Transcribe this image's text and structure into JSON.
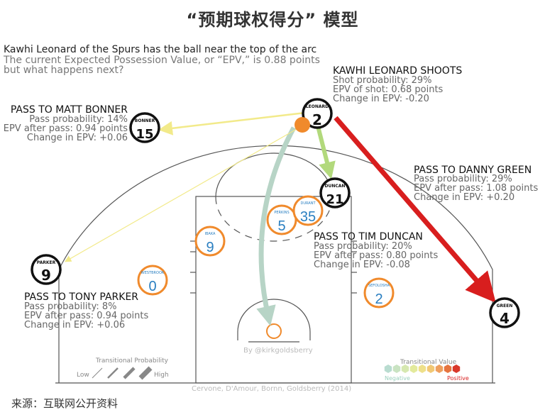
{
  "title": "“预期球权得分” 模型",
  "intro": {
    "headline": "Kawhi Leonard of the Spurs has the ball near the top of the arc",
    "subline1": "The current Expected Possession Value, or “EPV,” is 0.88 points",
    "subline2": "but what happens next?"
  },
  "options": {
    "shoot": {
      "title": "KAWHI LEONARD SHOOTS",
      "l1": "Shot probability: 29%",
      "l2": "EPV of shot: 0.68 points",
      "l3": "Change in EPV: -0.20"
    },
    "bonner": {
      "title": "PASS TO MATT BONNER",
      "l1": "Pass probability: 14%",
      "l2": "EPV after pass: 0.94 points",
      "l3": "Change in EPV: +0.06"
    },
    "green": {
      "title": "PASS TO DANNY GREEN",
      "l1": "Pass probability: 29%",
      "l2": "EPV after pass: 1.08 points",
      "l3": "Change in EPV: +0.20"
    },
    "duncan": {
      "title": "PASS TO TIM DUNCAN",
      "l1": "Pass probability: 20%",
      "l2": "EPV after pass: 0.80 points",
      "l3": "Change in EPV: -0.08"
    },
    "parker": {
      "title": "PASS TO TONY PARKER",
      "l1": "Pass probability: 8%",
      "l2": "EPV after pass: 0.94 points",
      "l3": "Change in EPV: +0.06"
    }
  },
  "offense": [
    {
      "id": "leonard",
      "name": "LEONARD",
      "number": "2"
    },
    {
      "id": "bonner",
      "name": "BONNER",
      "number": "15"
    },
    {
      "id": "duncan",
      "name": "DUNCAN",
      "number": "21"
    },
    {
      "id": "parker",
      "name": "PARKER",
      "number": "9"
    },
    {
      "id": "green",
      "name": "GREEN",
      "number": "4"
    }
  ],
  "defense": [
    {
      "id": "perkins",
      "name": "PERKINS",
      "number": "5"
    },
    {
      "id": "durant",
      "name": "DURANT",
      "number": "35"
    },
    {
      "id": "ibaka",
      "name": "IBAKA",
      "number": "9"
    },
    {
      "id": "westbrook",
      "name": "WESTBROOK",
      "number": "0"
    },
    {
      "id": "sefolosha",
      "name": "SEFOLOSHA",
      "number": "2"
    }
  ],
  "credit": "By @kirkgoldsberry",
  "citation": "Cervone, D'Amour, Bornn, Goldsberry (2014)",
  "legend_prob": {
    "title": "Transitional Probability",
    "low": "Low",
    "high": "High"
  },
  "legend_value": {
    "title": "Transitional Value",
    "neg": "Negative",
    "pos": "Positive",
    "colors": [
      "#b9dcd0",
      "#c9e3c2",
      "#d6e8b0",
      "#e3ea9c",
      "#eee08a",
      "#f1c875",
      "#ee9f5e",
      "#e6743f",
      "#d9382a"
    ]
  },
  "colors": {
    "pass_green": "#b2d97c",
    "pass_yellow": "#f2ea8a",
    "pass_red": "#d81e1e",
    "shot_path": "#b7d4c6",
    "defense_blue": "#2a7fc1",
    "defense_ring": "#f08a2c",
    "ball": "#f08a2c"
  },
  "source": "来源：互联网公开资料"
}
